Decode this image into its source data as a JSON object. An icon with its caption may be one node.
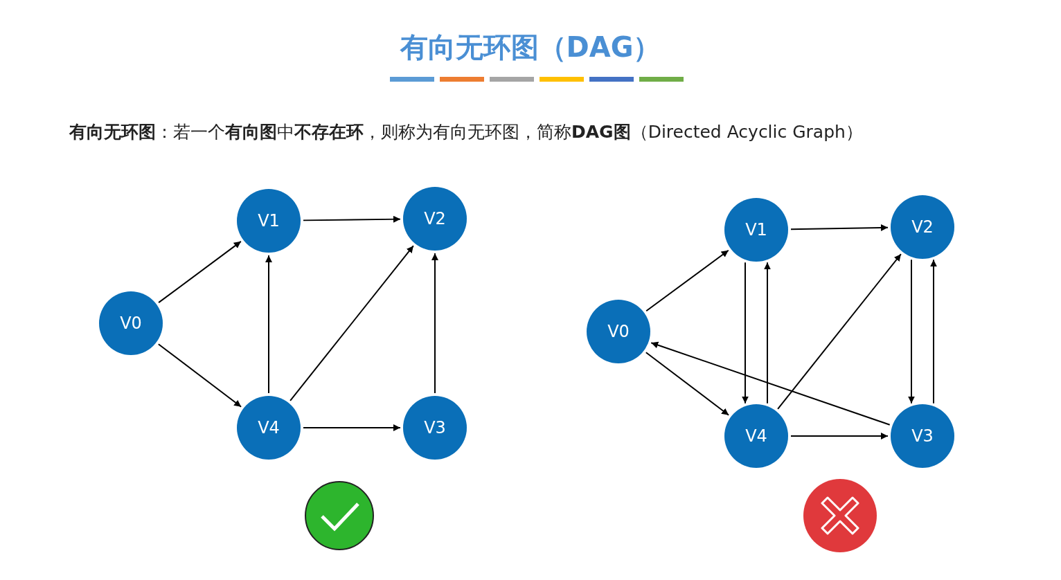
{
  "diagram": {
    "title": "有向无环图（DAG）",
    "nodes": [
      {
        "text": [
          "V0"
        ]
      },
      {
        "text": [
          "V1"
        ]
      },
      {
        "text": [
          "V2"
        ]
      },
      {
        "text": [
          "V3"
        ]
      },
      {
        "text": [
          "V4"
        ]
      },
      {
        "text": [
          "V0"
        ]
      },
      {
        "text": [
          "V1"
        ]
      },
      {
        "text": [
          "V2"
        ]
      },
      {
        "text": [
          "V3"
        ]
      },
      {
        "text": [
          "V4"
        ]
      }
    ],
    "edges": [
      {
        "from": 0,
        "to": 1,
        "arrow": "to"
      },
      {
        "from": 0,
        "to": 4,
        "arrow": "to"
      },
      {
        "from": 1,
        "to": 2,
        "arrow": "to"
      },
      {
        "from": 4,
        "to": 1,
        "arrow": "to"
      },
      {
        "from": 4,
        "to": 2,
        "arrow": "to"
      },
      {
        "from": 4,
        "to": 3,
        "arrow": "to"
      },
      {
        "from": 3,
        "to": 2,
        "arrow": "to"
      },
      {
        "from": 5,
        "to": 6,
        "arrow": "to"
      },
      {
        "from": 5,
        "to": 9,
        "arrow": "to"
      },
      {
        "from": 6,
        "to": 7,
        "arrow": "to"
      },
      {
        "from": 6,
        "to": 9,
        "arrow": "to"
      },
      {
        "from": 9,
        "to": 6,
        "arrow": "to"
      },
      {
        "from": 9,
        "to": 7,
        "arrow": "to"
      },
      {
        "from": 9,
        "to": 8,
        "arrow": "to"
      },
      {
        "from": 7,
        "to": 8,
        "arrow": "to"
      },
      {
        "from": 8,
        "to": 7,
        "arrow": "to"
      },
      {
        "from": 8,
        "to": 5,
        "arrow": "to"
      }
    ],
    "labels": [
      "**有向无环图**：若一个**有向图**中**不存在环**，则称为有向无环图，简称**DAG图**（Directed Acyclic Graph）"
    ]
  }
}
